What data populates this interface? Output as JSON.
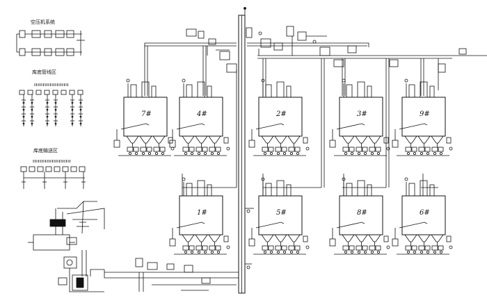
{
  "legend": {
    "air_system": "空压机系统",
    "section_a": "库底管线区",
    "section_b": "库底输送区"
  },
  "silos": [
    {
      "id": "7",
      "label": "7#"
    },
    {
      "id": "4",
      "label": "4#"
    },
    {
      "id": "2",
      "label": "2#"
    },
    {
      "id": "3",
      "label": "3#"
    },
    {
      "id": "9",
      "label": "9#"
    },
    {
      "id": "1",
      "label": "1#"
    },
    {
      "id": "5",
      "label": "5#"
    },
    {
      "id": "8",
      "label": "8#"
    },
    {
      "id": "6",
      "label": "6#"
    }
  ],
  "colors": {
    "line": "#111111",
    "background": "#ffffff"
  }
}
